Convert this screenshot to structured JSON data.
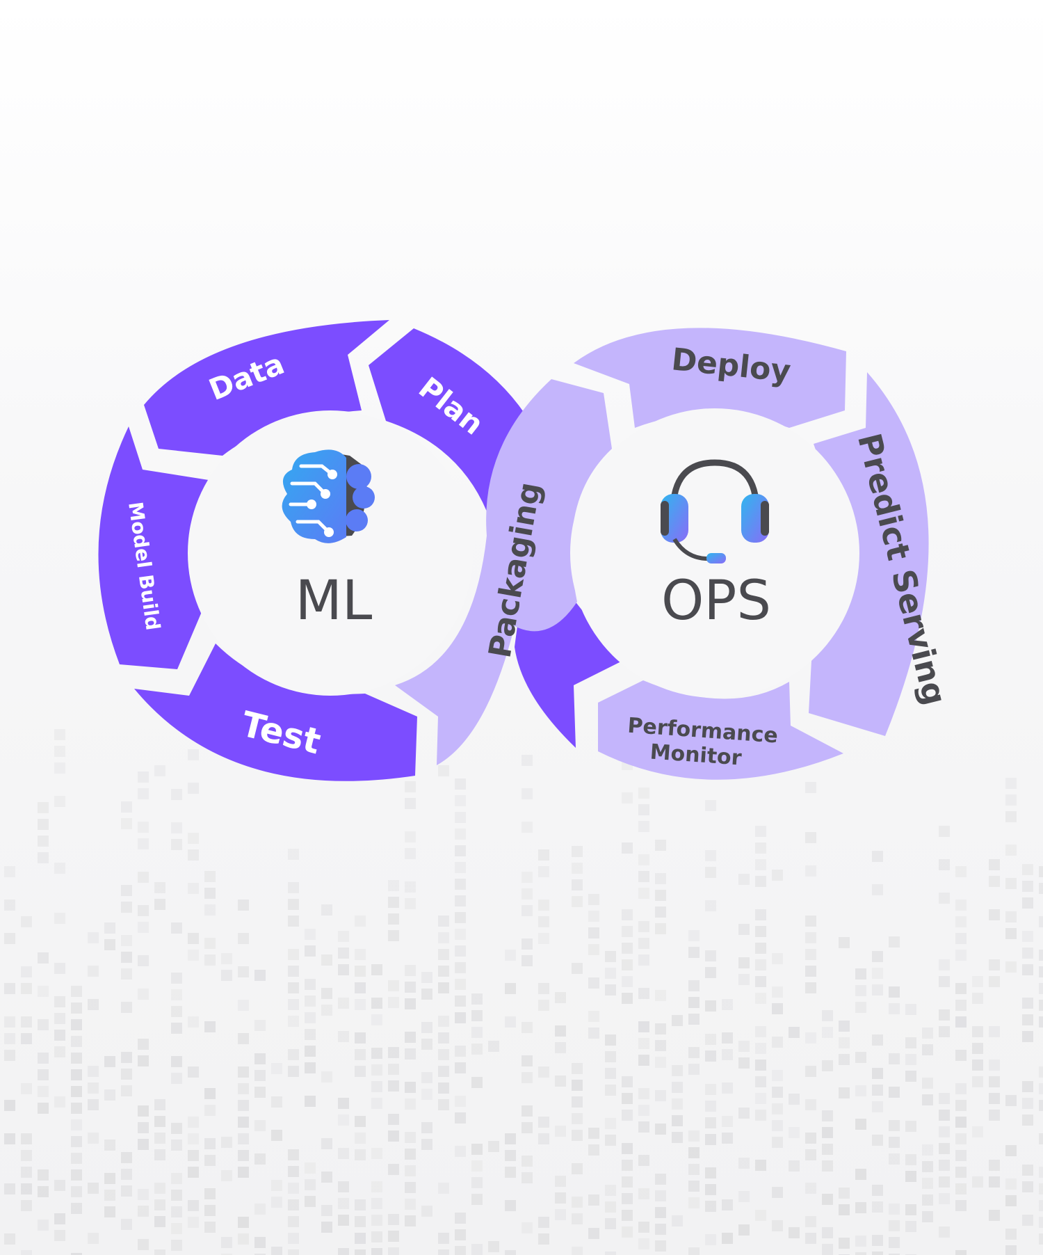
{
  "colors": {
    "ml_dark": "#7c4dff",
    "ops_light": "#c4b5fc",
    "bg_grid": "#e6e6e8",
    "center_fill": "#f7f7f8",
    "text_dark": "#4a4a4f",
    "text_white": "#ffffff"
  },
  "ml": {
    "title": "ML",
    "icon": "brain-gear-icon",
    "segments": {
      "data": "Data",
      "plan": "Plan",
      "model_build": "Model Build",
      "test": "Test"
    }
  },
  "ops": {
    "title": "OPS",
    "icon": "headset-icon",
    "segments": {
      "packaging": "Packaging",
      "deploy": "Deploy",
      "predict_serving": "Predict Serving",
      "performance_monitor_line1": "Performance",
      "performance_monitor_line2": "Monitor"
    }
  }
}
